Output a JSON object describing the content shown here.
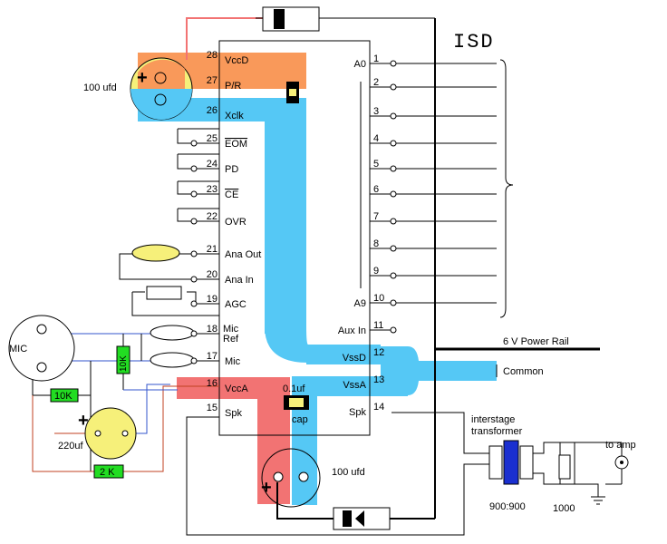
{
  "chip": {
    "title": "ISD"
  },
  "left_pins": [
    {
      "num": "28",
      "name": "VccD"
    },
    {
      "num": "27",
      "name": "P/R"
    },
    {
      "num": "26",
      "name": "Xclk"
    },
    {
      "num": "25",
      "name": "EOM"
    },
    {
      "num": "24",
      "name": "PD"
    },
    {
      "num": "23",
      "name": "CE"
    },
    {
      "num": "22",
      "name": "OVR"
    },
    {
      "num": "21",
      "name": "Ana Out"
    },
    {
      "num": "20",
      "name": "Ana In"
    },
    {
      "num": "19",
      "name": "AGC"
    },
    {
      "num": "18",
      "name": "Mic Ref"
    },
    {
      "num": "17",
      "name": "Mic"
    },
    {
      "num": "16",
      "name": "VccA"
    },
    {
      "num": "15",
      "name": "Spk"
    }
  ],
  "right_pins": [
    {
      "num": "1",
      "name": "A0"
    },
    {
      "num": "2",
      "name": ""
    },
    {
      "num": "3",
      "name": ""
    },
    {
      "num": "4",
      "name": ""
    },
    {
      "num": "5",
      "name": ""
    },
    {
      "num": "6",
      "name": ""
    },
    {
      "num": "7",
      "name": ""
    },
    {
      "num": "8",
      "name": ""
    },
    {
      "num": "9",
      "name": ""
    },
    {
      "num": "10",
      "name": "A9"
    },
    {
      "num": "11",
      "name": "Aux In"
    },
    {
      "num": "12",
      "name": "VssD"
    },
    {
      "num": "13",
      "name": "VssA"
    },
    {
      "num": "14",
      "name": "Spk"
    }
  ],
  "components": {
    "cap_upper": "100 ufd",
    "mic": "MIC",
    "r_10k": "10K",
    "r_2k": "2 K",
    "cap_220": "220uf",
    "cap_01": "0.1uf",
    "cap_01_word": "cap",
    "cap_lower": "100 ufd"
  },
  "labels": {
    "power_rail": "6 V   Power Rail",
    "common": "Common",
    "transformer_1": "interstage",
    "transformer_2": "transformer",
    "ratio": "900:900",
    "load": "1000",
    "to_amp": "to amp",
    "plus": "+"
  }
}
